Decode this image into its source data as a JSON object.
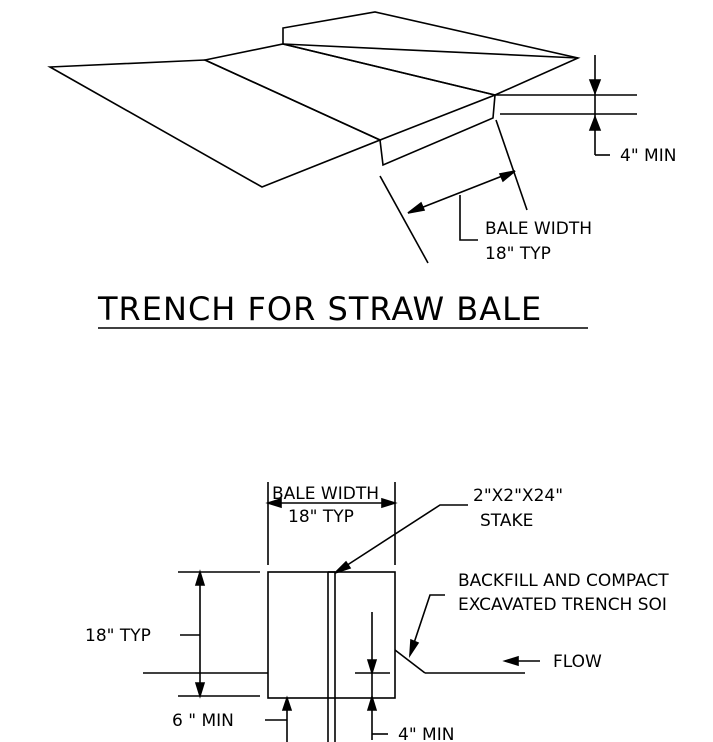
{
  "trench_view": {
    "depth_label": "4\" MIN",
    "bale_width_label": "BALE WIDTH",
    "bale_width_typ": "18\" TYP",
    "title": "TRENCH FOR STRAW BALE"
  },
  "section_view": {
    "bale_width_label": "BALE WIDTH",
    "bale_width_typ": "18\" TYP",
    "stake_size": "2\"X2\"X24\"",
    "stake_label": "STAKE",
    "backfill_line1": "BACKFILL AND COMPACT",
    "backfill_line2": "EXCAVATED TRENCH SOI",
    "height_label": "18\" TYP",
    "flow_label": "FLOW",
    "embed_label": "6  \" MIN",
    "depth_label": "4\" MIN"
  }
}
